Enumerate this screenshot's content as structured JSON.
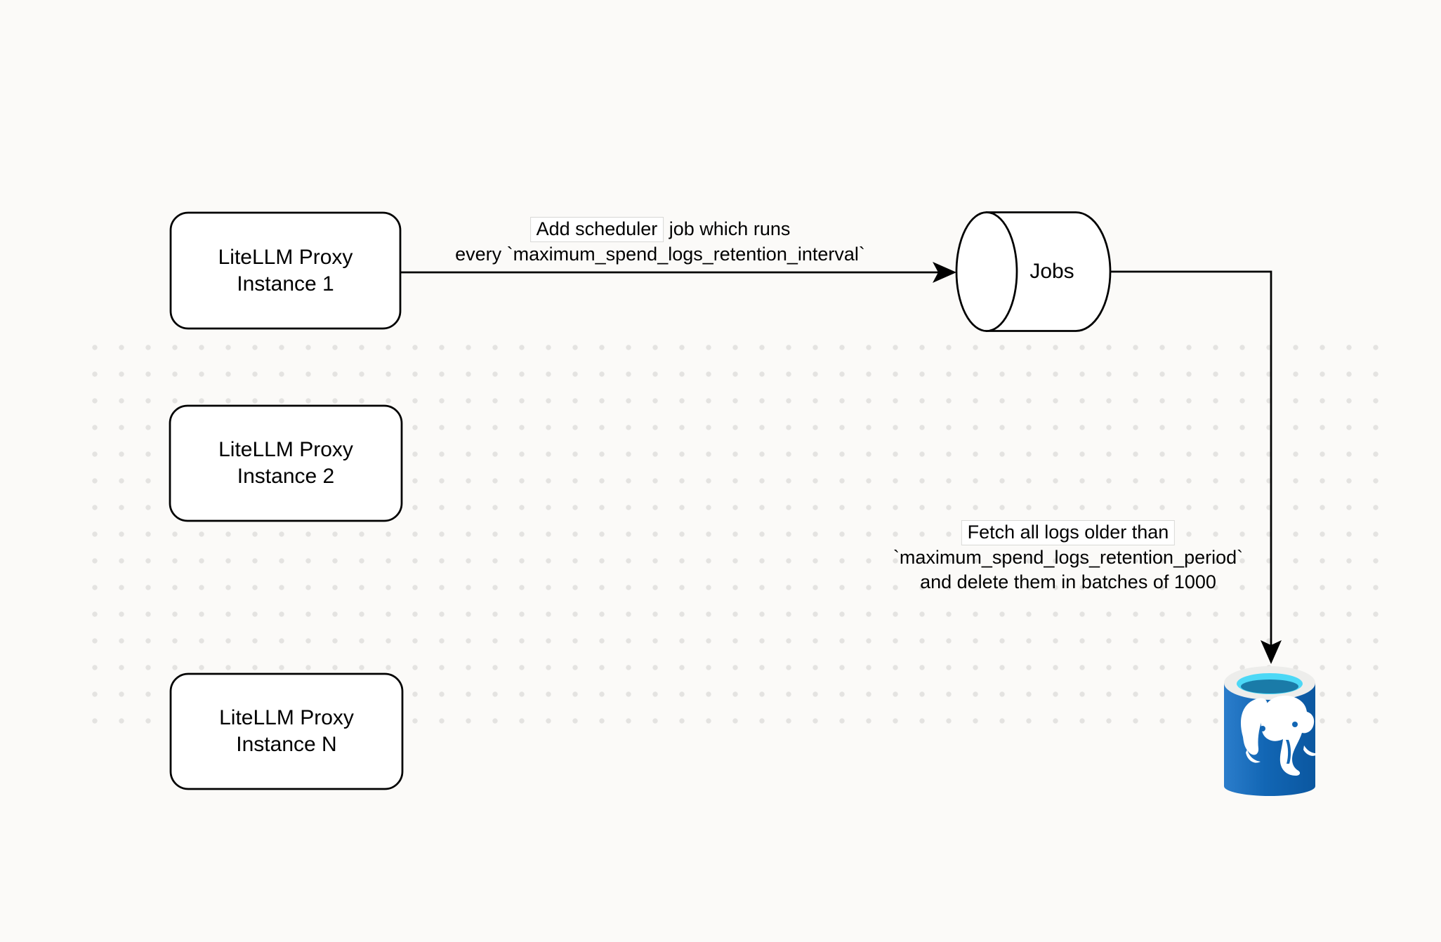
{
  "canvas": {
    "background_color": "#fbfaf8",
    "dot_color": "#e4e3e1"
  },
  "nodes": {
    "instances": [
      {
        "line1": "LiteLLM Proxy",
        "line2": "Instance 1"
      },
      {
        "line1": "LiteLLM Proxy",
        "line2": "Instance 2"
      },
      {
        "line1": "LiteLLM Proxy",
        "line2": "Instance N"
      }
    ],
    "jobs": {
      "label": "Jobs"
    },
    "database": {
      "icon": "postgresql-database-icon"
    }
  },
  "edges": {
    "add_scheduler_job": {
      "label_boxed": "Add scheduler",
      "label_rest": " job which runs",
      "label_line2": "every `maximum_spend_logs_retention_interval`"
    },
    "fetch_and_delete": {
      "label_line1": "Fetch all logs older than",
      "label_line2": "`maximum_spend_logs_retention_period`",
      "label_line3": "and delete them in batches of 1000"
    }
  },
  "colors": {
    "stroke": "#000000",
    "node_fill": "#ffffff",
    "postgres_body_blue": "#1266b4",
    "postgres_body_light": "#2b7dcb",
    "postgres_body_dark": "#0b57a0",
    "postgres_rim": "#ededeb",
    "postgres_inner_cyan": "#4cd8f6",
    "postgres_inner_teal": "#1a7ba8",
    "elephant_white": "#ffffff"
  }
}
